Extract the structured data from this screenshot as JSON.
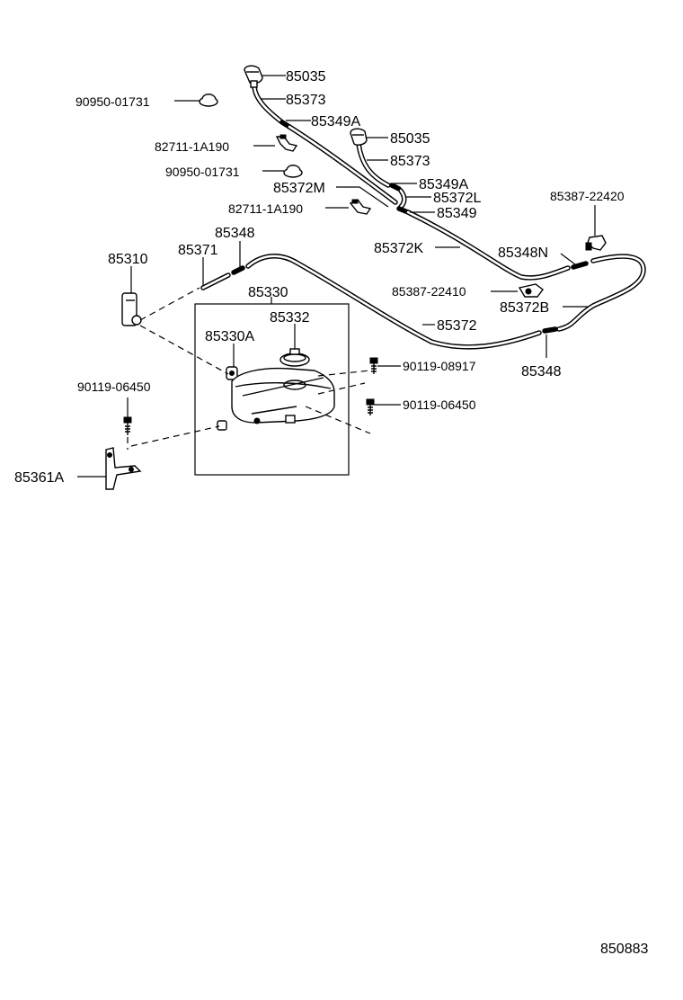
{
  "diagram": {
    "labels": {
      "p85035_a": "85035",
      "p85373_a": "85373",
      "p90950_a": "90950-01731",
      "p85349A_a": "85349A",
      "p82711_a": "82711-1A190",
      "p85035_b": "85035",
      "p85373_b": "85373",
      "p90950_b": "90950-01731",
      "p85349A_b": "85349A",
      "p85372M": "85372M",
      "p85372L": "85372L",
      "p82711_b": "82711-1A190",
      "p85349": "85349",
      "p85387_22420": "85387-22420",
      "p85372K": "85372K",
      "p85348N": "85348N",
      "p85348_a": "85348",
      "p85310": "85310",
      "p85371": "85371",
      "p85330": "85330",
      "p85387_22410": "85387-22410",
      "p85372B": "85372B",
      "p85332": "85332",
      "p85372": "85372",
      "p85330A": "85330A",
      "p90119_08917": "90119-08917",
      "p85348_b": "85348",
      "p90119_06450_a": "90119-06450",
      "p90119_06450_b": "90119-06450",
      "p85361A": "85361A"
    },
    "figure_code": "850883"
  }
}
